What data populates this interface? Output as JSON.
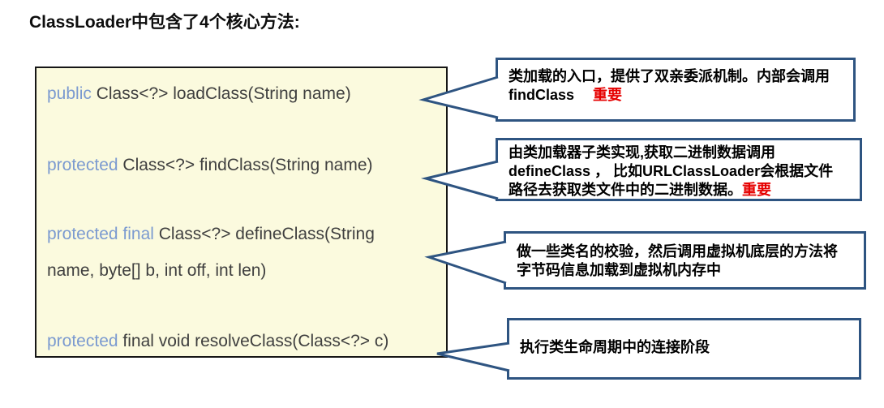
{
  "title": "ClassLoader中包含了4个核心方法:",
  "colors": {
    "code_box_background": "#fbfade",
    "code_box_border": "#161616",
    "keyword_blue": "#7b9ad0",
    "code_text": "#3f3f3f",
    "callout_border": "#2e5481",
    "important_red": "#e60000"
  },
  "methods": [
    {
      "keyword": "public",
      "rest": " Class<?> loadClass(String name)"
    },
    {
      "keyword": "protected",
      "rest": " Class<?> findClass(String name)"
    },
    {
      "keyword": "protected final",
      "rest": " Class<?> defineClass(String",
      "line2": "name, byte[] b, int off, int len)"
    },
    {
      "keyword": "protected",
      "rest": " final void resolveClass(Class<?> c)"
    }
  ],
  "callouts": [
    {
      "for_method": "loadClass",
      "lines": [
        {
          "black": "类加载的入口，提供了双亲委派机制。内部会调用"
        },
        {
          "black": "findClass　 ",
          "red": "重要"
        }
      ]
    },
    {
      "for_method": "findClass",
      "lines": [
        {
          "black": "由类加载器子类实现,获取二进制数据调用"
        },
        {
          "black": "defineClass ， 比如URLClassLoader会根据文件"
        },
        {
          "black": "路径去获取类文件中的二进制数据。",
          "red": "重要"
        }
      ]
    },
    {
      "for_method": "defineClass",
      "lines": [
        {
          "black": "做一些类名的校验，然后调用虚拟机底层的方法将"
        },
        {
          "black": "字节码信息加载到虚拟机内存中"
        }
      ]
    },
    {
      "for_method": "resolveClass",
      "lines": [
        {
          "black": "执行类生命周期中的连接阶段"
        }
      ]
    }
  ]
}
